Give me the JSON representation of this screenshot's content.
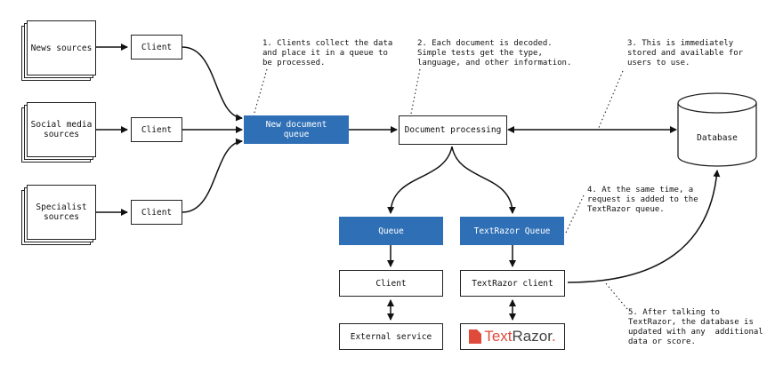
{
  "sources": {
    "news": "News sources",
    "social": "Social media\nsources",
    "specialist": "Specialist\nsources"
  },
  "client_label": "Client",
  "new_document_queue": "New document\nqueue",
  "document_processing": "Document processing",
  "database": "Database",
  "queue": "Queue",
  "textrazor_queue": "TextRazor Queue",
  "client_bottom": "Client",
  "textrazor_client": "TextRazor client",
  "external_service": "External service",
  "textrazor_logo": {
    "text_red": "Text",
    "text_grey": "Razor",
    "dot": "."
  },
  "notes": {
    "n1": "1. Clients collect the data\nand place it in a queue to\nbe processed.",
    "n2": "2. Each document is decoded.\nSimple tests get the type,\nlanguage, and other information.",
    "n3": "3. This is immediately\nstored and available for\nusers to use.",
    "n4": "4. At the same time, a\nrequest is added to the\nTextRazor queue.",
    "n5": "5. After talking to\nTextRazor, the database is\nupdated with any  additional\ndata or score."
  },
  "colors": {
    "queue_blue": "#2e6fb6",
    "textrazor_red": "#e04a3b"
  }
}
